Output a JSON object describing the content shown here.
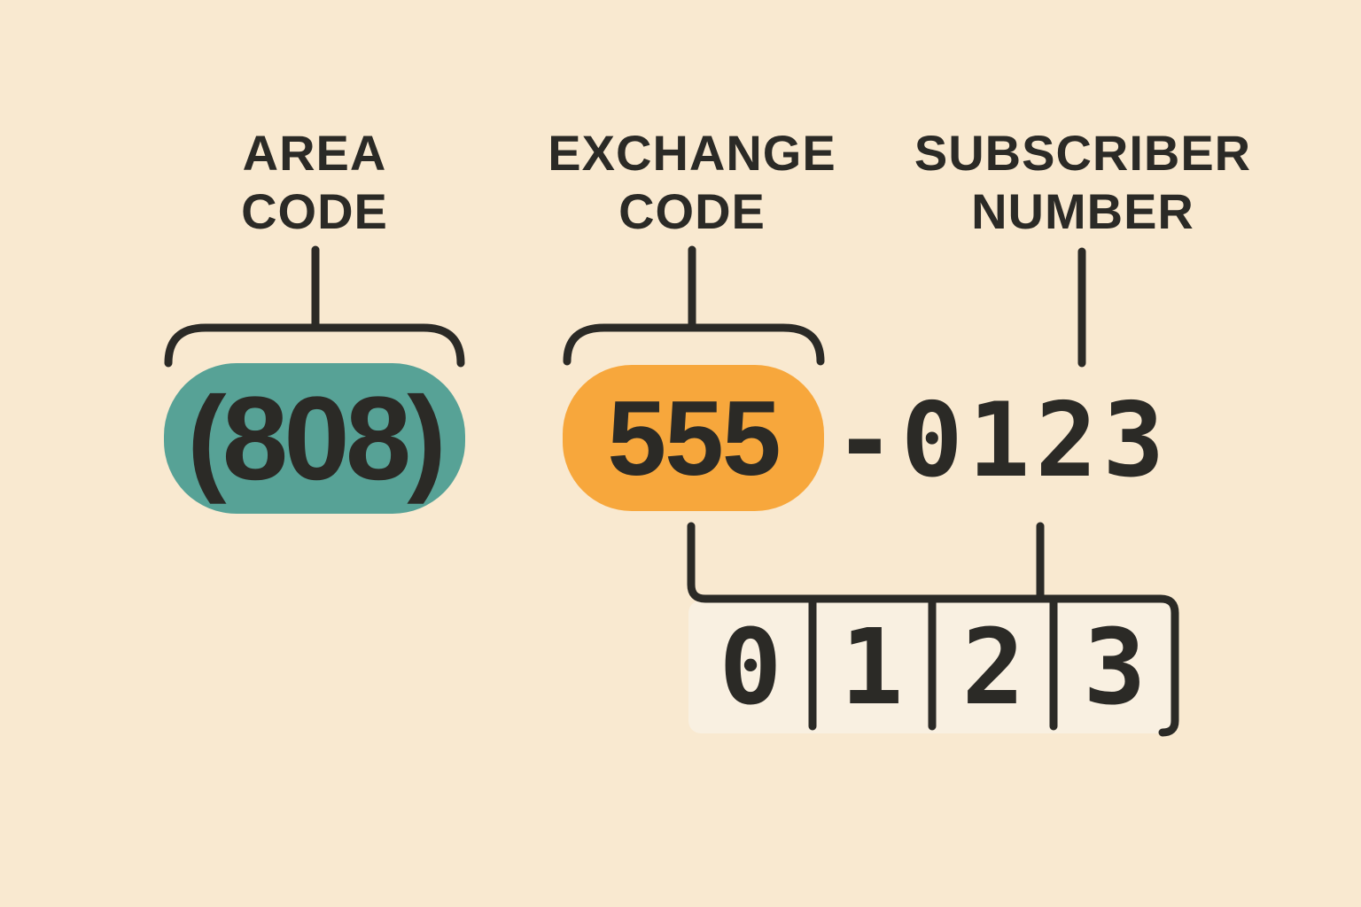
{
  "colors": {
    "background": "#f9e9d0",
    "ink": "#2b2a26",
    "area_code_box": "#57a296",
    "exchange_code_box": "#f7a73c",
    "digit_box": "#f9f0e1"
  },
  "labels": {
    "area_code": {
      "line1": "AREA",
      "line2": "CODE"
    },
    "exchange_code": {
      "line1": "EXCHANGE",
      "line2": "CODE"
    },
    "subscriber_number": {
      "line1": "SUBSCRIBER",
      "line2": "NUMBER"
    }
  },
  "phone": {
    "area_code": "(808)",
    "exchange_code": "555",
    "separator": "-",
    "subscriber_number": "0123"
  },
  "subscriber_digits": [
    "0",
    "1",
    "2",
    "3"
  ]
}
